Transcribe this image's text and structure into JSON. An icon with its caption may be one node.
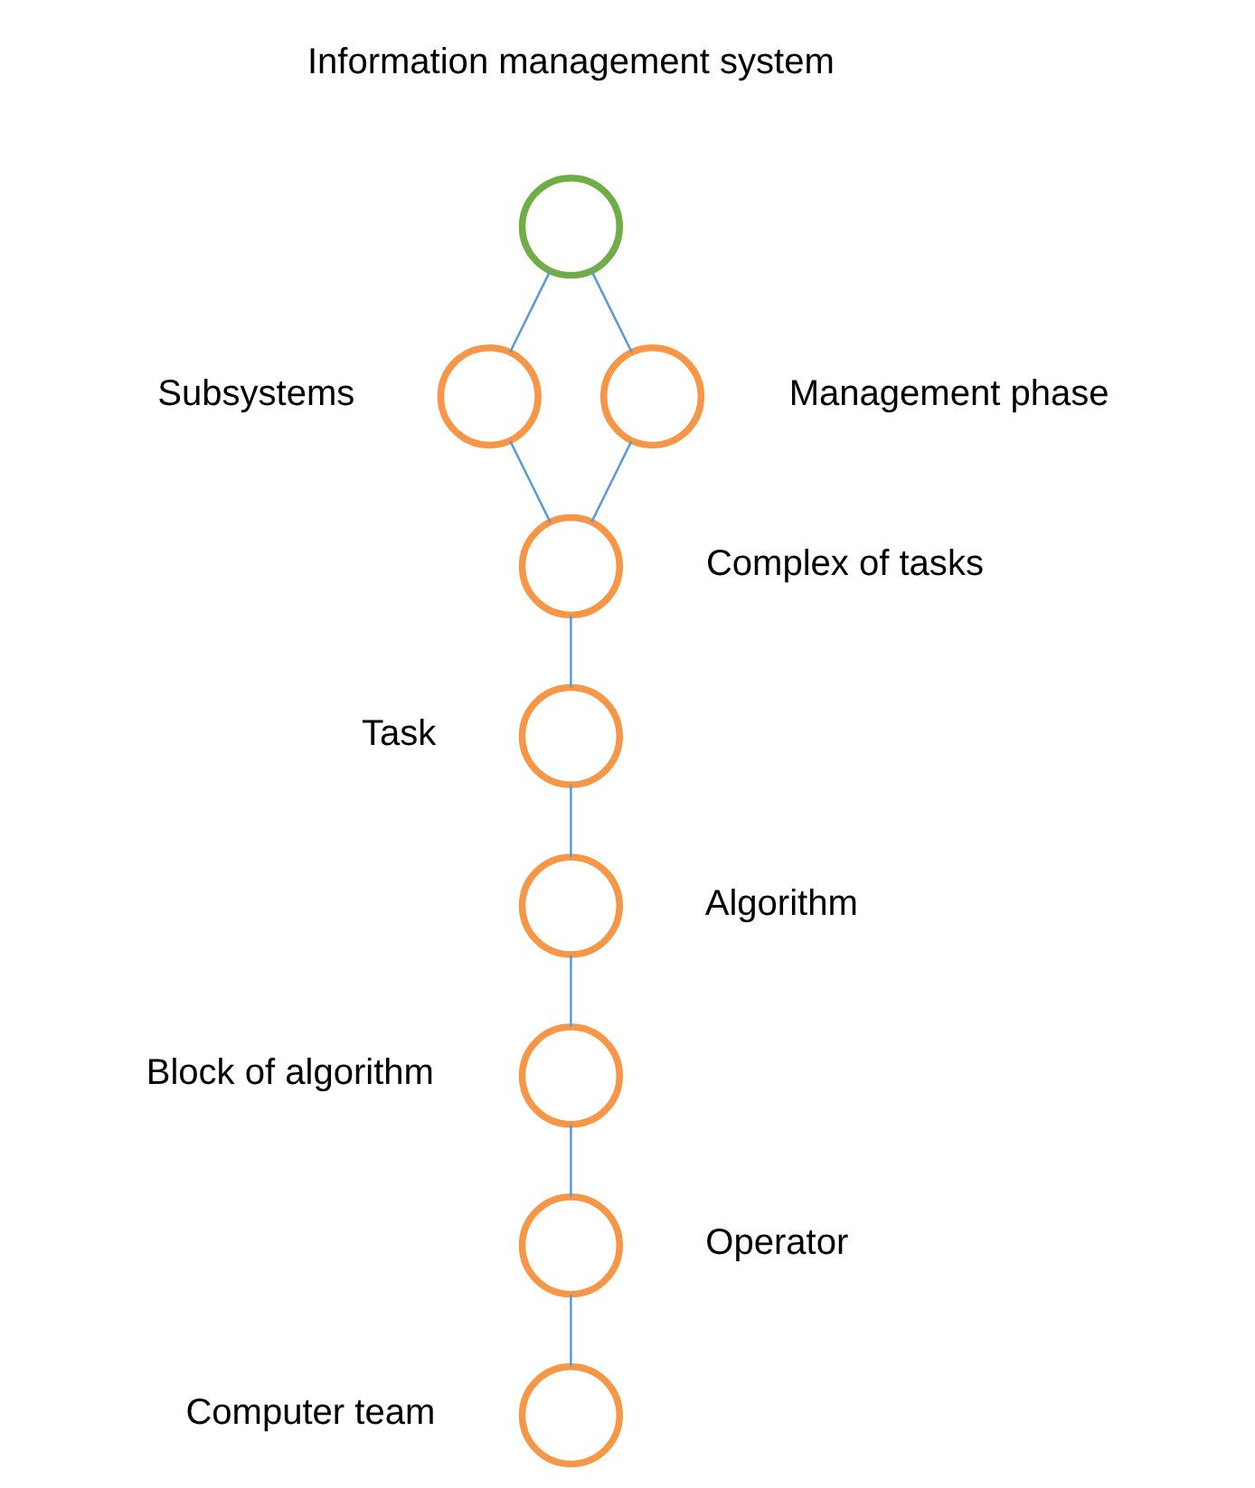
{
  "diagram": {
    "nodes": [
      {
        "text": [],
        "shape": "circle",
        "beside": [
          "Information management system"
        ]
      },
      {
        "text": [],
        "shape": "circle",
        "beside": [
          "Subsystems"
        ]
      },
      {
        "text": [],
        "shape": "circle",
        "beside": [
          "Management phase"
        ]
      },
      {
        "text": [],
        "shape": "circle",
        "beside": [
          "Complex of tasks"
        ]
      },
      {
        "text": [],
        "shape": "circle",
        "beside": [
          "Task"
        ]
      },
      {
        "text": [],
        "shape": "circle",
        "beside": [
          "Algorithm"
        ]
      },
      {
        "text": [],
        "shape": "circle",
        "beside": [
          "Block of algorithm"
        ]
      },
      {
        "text": [],
        "shape": "circle",
        "beside": [
          "Operator"
        ]
      },
      {
        "text": [],
        "shape": "circle",
        "beside": [
          "Computer team"
        ]
      }
    ],
    "edges": [
      {
        "from": 0,
        "to": 1,
        "arrow": "none"
      },
      {
        "from": 0,
        "to": 2,
        "arrow": "none"
      },
      {
        "from": 1,
        "to": 3,
        "arrow": "none"
      },
      {
        "from": 2,
        "to": 3,
        "arrow": "none"
      },
      {
        "from": 3,
        "to": 4,
        "arrow": "none"
      },
      {
        "from": 4,
        "to": 5,
        "arrow": "none"
      },
      {
        "from": 5,
        "to": 6,
        "arrow": "none"
      },
      {
        "from": 6,
        "to": 7,
        "arrow": "none"
      },
      {
        "from": 7,
        "to": 8,
        "arrow": "none"
      }
    ]
  }
}
